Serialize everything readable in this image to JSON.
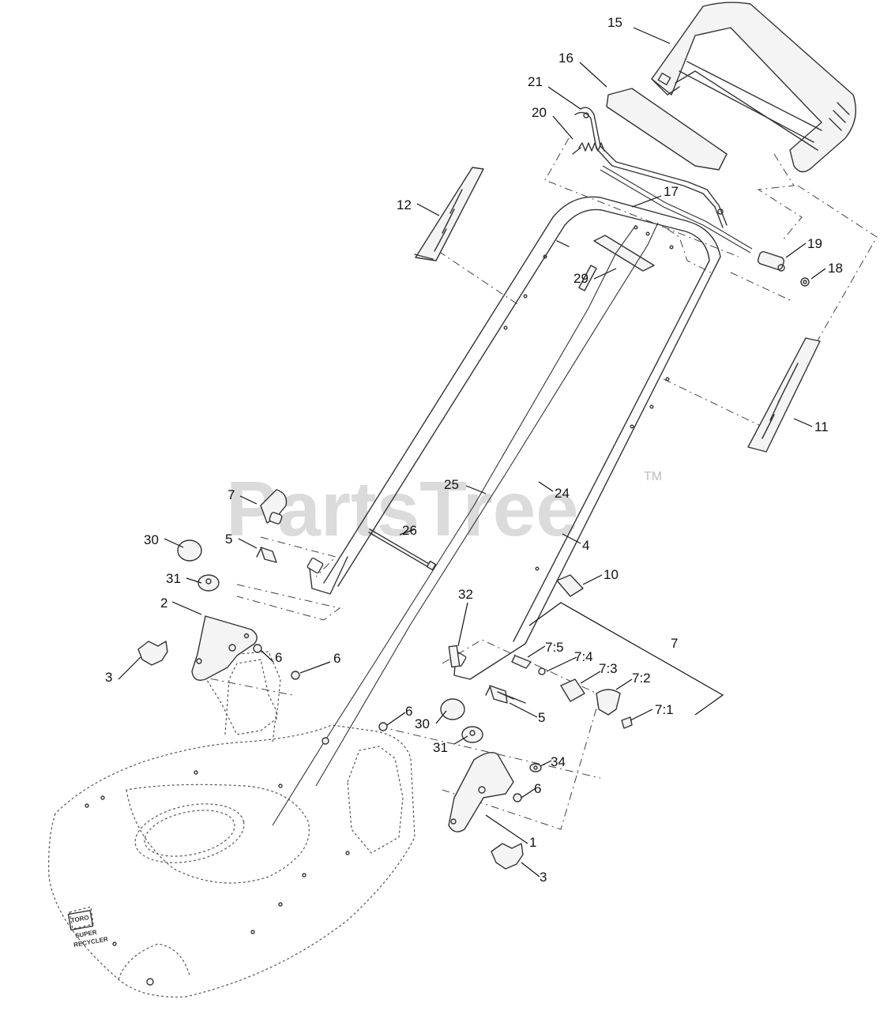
{
  "watermark": {
    "text": "PartsTree",
    "trademark": "TM"
  },
  "deck_decal": {
    "brand": "TORO",
    "line1": "SUPER",
    "line2": "RECYCLER"
  },
  "callouts": [
    {
      "id": "c15",
      "label": "15"
    },
    {
      "id": "c16",
      "label": "16"
    },
    {
      "id": "c21",
      "label": "21"
    },
    {
      "id": "c20",
      "label": "20"
    },
    {
      "id": "c17",
      "label": "17"
    },
    {
      "id": "c12",
      "label": "12"
    },
    {
      "id": "c19",
      "label": "19"
    },
    {
      "id": "c18",
      "label": "18"
    },
    {
      "id": "c29",
      "label": "29"
    },
    {
      "id": "c11",
      "label": "11"
    },
    {
      "id": "c25",
      "label": "25"
    },
    {
      "id": "c24",
      "label": "24"
    },
    {
      "id": "c7a",
      "label": "7"
    },
    {
      "id": "c26",
      "label": "26"
    },
    {
      "id": "c30a",
      "label": "30"
    },
    {
      "id": "c5a",
      "label": "5"
    },
    {
      "id": "c4",
      "label": "4"
    },
    {
      "id": "c10",
      "label": "10"
    },
    {
      "id": "c31a",
      "label": "31"
    },
    {
      "id": "c32",
      "label": "32"
    },
    {
      "id": "c2",
      "label": "2"
    },
    {
      "id": "c6a",
      "label": "6"
    },
    {
      "id": "c7b",
      "label": "7"
    },
    {
      "id": "c6b",
      "label": "6"
    },
    {
      "id": "c75",
      "label": "7:5"
    },
    {
      "id": "c74",
      "label": "7:4"
    },
    {
      "id": "c3a",
      "label": "3"
    },
    {
      "id": "c73",
      "label": "7:3"
    },
    {
      "id": "c72",
      "label": "7:2"
    },
    {
      "id": "c5b",
      "label": "5"
    },
    {
      "id": "c71",
      "label": "7:1"
    },
    {
      "id": "c6c",
      "label": "6"
    },
    {
      "id": "c30b",
      "label": "30"
    },
    {
      "id": "c31b",
      "label": "31"
    },
    {
      "id": "c34",
      "label": "34"
    },
    {
      "id": "c6d",
      "label": "6"
    },
    {
      "id": "c1",
      "label": "1"
    },
    {
      "id": "c3b",
      "label": "3"
    }
  ]
}
